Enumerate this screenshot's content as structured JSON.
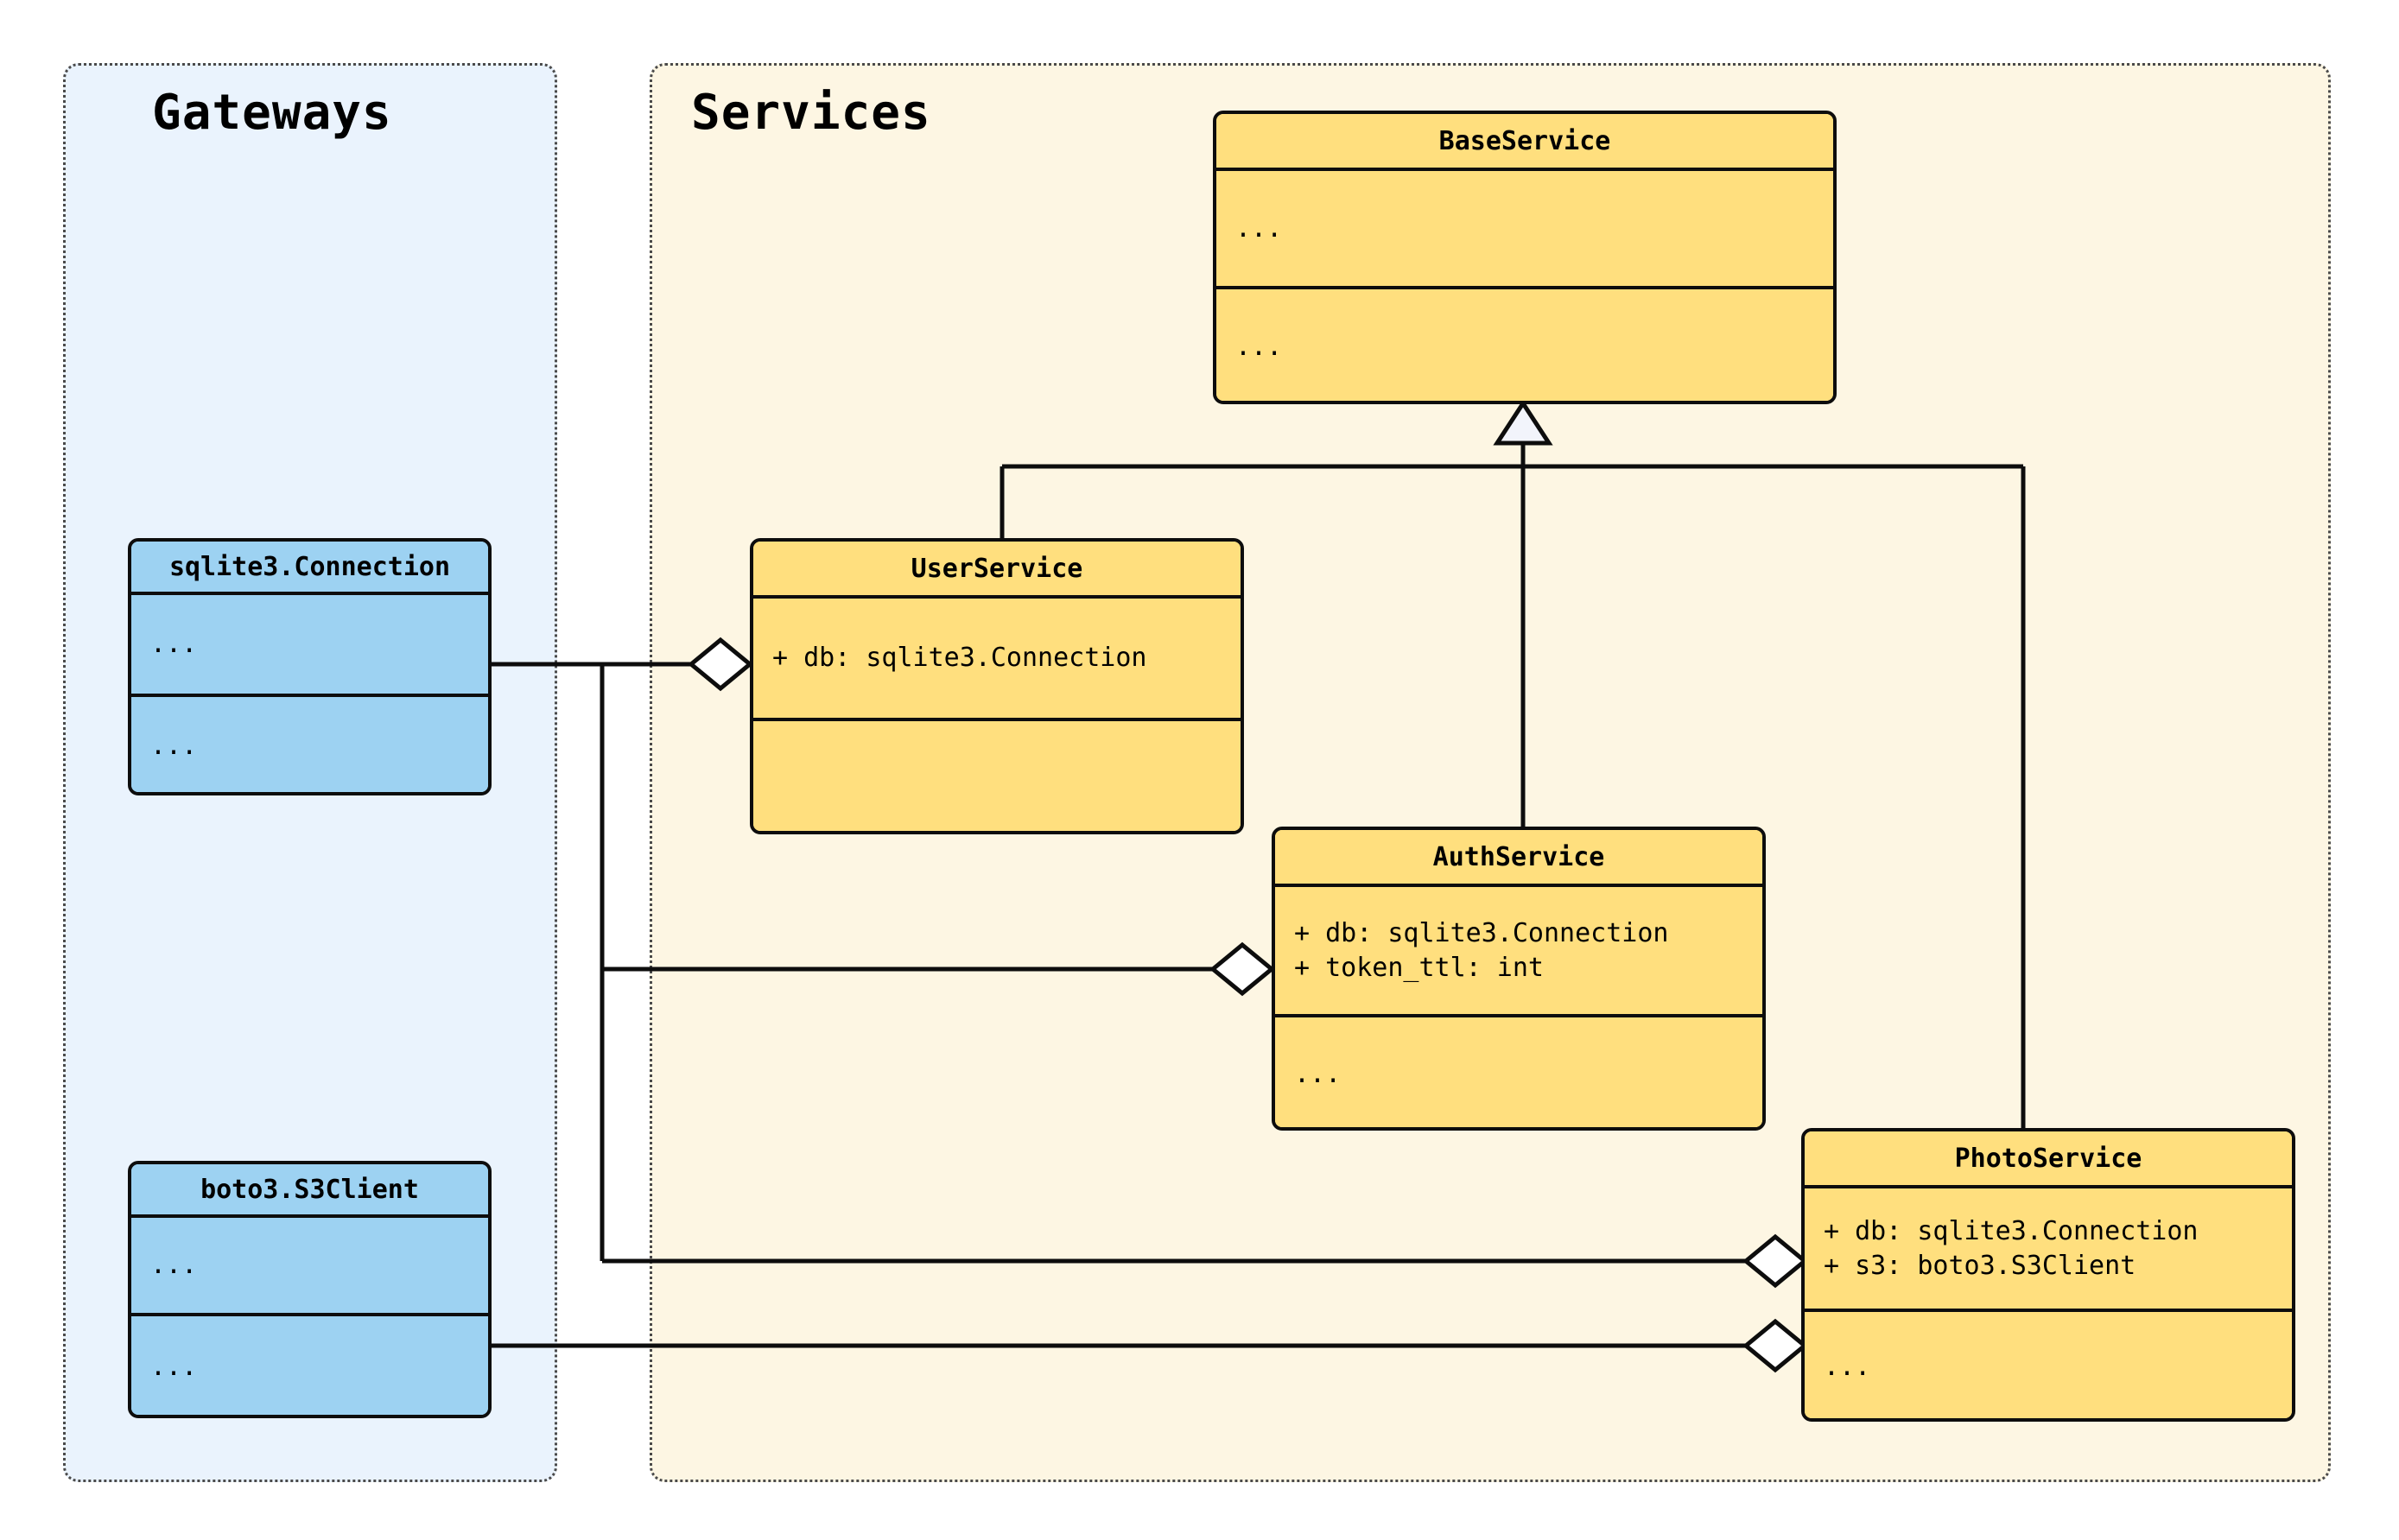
{
  "diagram": {
    "kind": "uml-class-diagram",
    "background": "#ffffff",
    "edge_color": "#0d0d0d"
  },
  "packages": [
    {
      "id": "gateways",
      "title": "Gateways",
      "fill": "#eaf3fd",
      "border": "#4a4a4a"
    },
    {
      "id": "services",
      "title": "Services",
      "fill": "#fdf6e3",
      "border": "#4a4a4a"
    }
  ],
  "classes": [
    {
      "id": "base-service",
      "name": "BaseService",
      "fill": "#ffdf7e",
      "attributes": [
        "..."
      ],
      "methods": [
        "..."
      ]
    },
    {
      "id": "user-service",
      "name": "UserService",
      "fill": "#ffdf7e",
      "attributes": [
        "+ db: sqlite3.Connection"
      ],
      "methods": [
        ""
      ]
    },
    {
      "id": "auth-service",
      "name": "AuthService",
      "fill": "#ffdf7e",
      "attributes": [
        "+ db: sqlite3.Connection",
        "+ token_ttl: int"
      ],
      "methods": [
        "..."
      ]
    },
    {
      "id": "photo-service",
      "name": "PhotoService",
      "fill": "#ffdf7e",
      "attributes": [
        "+ db: sqlite3.Connection",
        "+ s3: boto3.S3Client"
      ],
      "methods": [
        "..."
      ]
    },
    {
      "id": "sqlite-connection",
      "name": "sqlite3.Connection",
      "fill": "#9dd2f2",
      "attributes": [
        "..."
      ],
      "methods": [
        "..."
      ]
    },
    {
      "id": "boto3-s3client",
      "name": "boto3.S3Client",
      "fill": "#9dd2f2",
      "attributes": [
        "..."
      ],
      "methods": [
        "..."
      ]
    }
  ],
  "relationships": [
    {
      "id": "gen-user",
      "type": "generalization",
      "from": "UserService",
      "to": "BaseService"
    },
    {
      "id": "gen-auth",
      "type": "generalization",
      "from": "AuthService",
      "to": "BaseService"
    },
    {
      "id": "gen-photo",
      "type": "generalization",
      "from": "PhotoService",
      "to": "BaseService"
    },
    {
      "id": "agg-user-db",
      "type": "aggregation",
      "from": "UserService",
      "to": "sqlite3.Connection"
    },
    {
      "id": "agg-auth-db",
      "type": "aggregation",
      "from": "AuthService",
      "to": "sqlite3.Connection"
    },
    {
      "id": "agg-photo-db",
      "type": "aggregation",
      "from": "PhotoService",
      "to": "sqlite3.Connection"
    },
    {
      "id": "agg-photo-s3",
      "type": "aggregation",
      "from": "PhotoService",
      "to": "boto3.S3Client"
    }
  ]
}
